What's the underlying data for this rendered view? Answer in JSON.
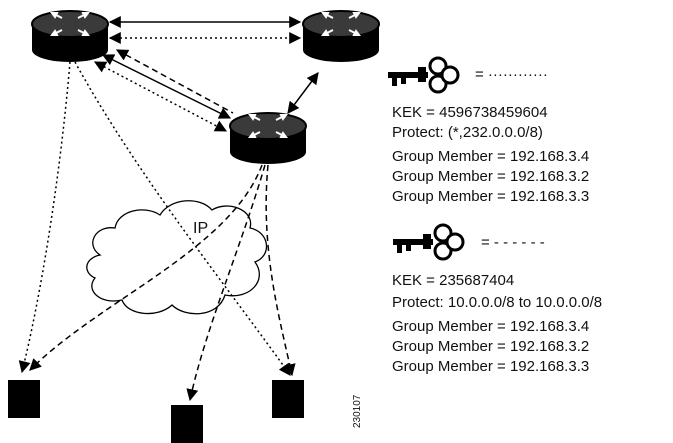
{
  "cloud_label": "IP",
  "figure_id": "230107",
  "legend_a": {
    "line_style": "= ············",
    "kek": "KEK = 4596738459604",
    "protect": "Protect: (*,232.0.0.0/8)",
    "members": [
      "Group Member = 192.168.3.4",
      "Group Member = 192.168.3.2",
      "Group Member = 192.168.3.3"
    ]
  },
  "legend_b": {
    "line_style": "= - - - - - -",
    "kek": "KEK = 235687404",
    "protect": "Protect: 10.0.0.0/8 to 10.0.0.0/8",
    "members": [
      "Group Member = 192.168.3.4",
      "Group Member = 192.168.3.2",
      "Group Member = 192.168.3.3"
    ]
  },
  "icons": [
    "router-icon",
    "key-icon",
    "host-square-icon",
    "cloud-icon"
  ],
  "colors": {
    "ink": "#000000",
    "router_top": "#3a3a3a",
    "router_body": "#000000"
  }
}
